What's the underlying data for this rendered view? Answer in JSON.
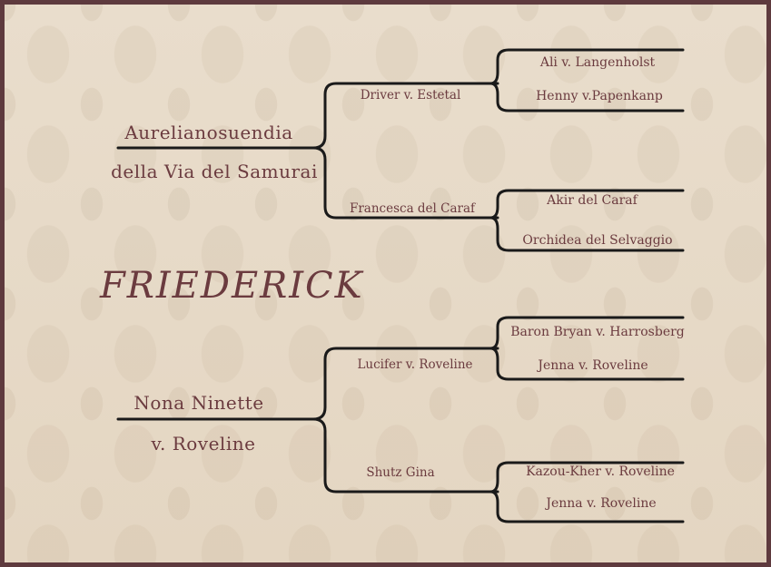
{
  "title": "FRIEDERICK",
  "sire": {
    "line1": "Aurelianosuendia",
    "line2": "della Via del Samurai",
    "sire": {
      "name": "Driver v. Estetal",
      "sire": "Ali v. Langenholst",
      "dam": "Henny v.Papenkanp"
    },
    "dam": {
      "name": "Francesca del Caraf",
      "sire": "Akir del Caraf",
      "dam": "Orchidea del Selvaggio"
    }
  },
  "dam": {
    "line1": "Nona Ninette",
    "line2": "v. Roveline",
    "sire": {
      "name": "Lucifer v. Roveline",
      "sire": "Baron Bryan v. Harrosberg",
      "dam": "Jenna v. Roveline"
    },
    "dam": {
      "name": "Shutz Gina",
      "sire": "Kazou-Kher v. Roveline",
      "dam": "Jenna v. Roveline"
    }
  },
  "colors": {
    "background": "#e8dccb",
    "border": "#5e3a3e",
    "text": "#6b3b3f",
    "line": "#1a1a1a"
  }
}
